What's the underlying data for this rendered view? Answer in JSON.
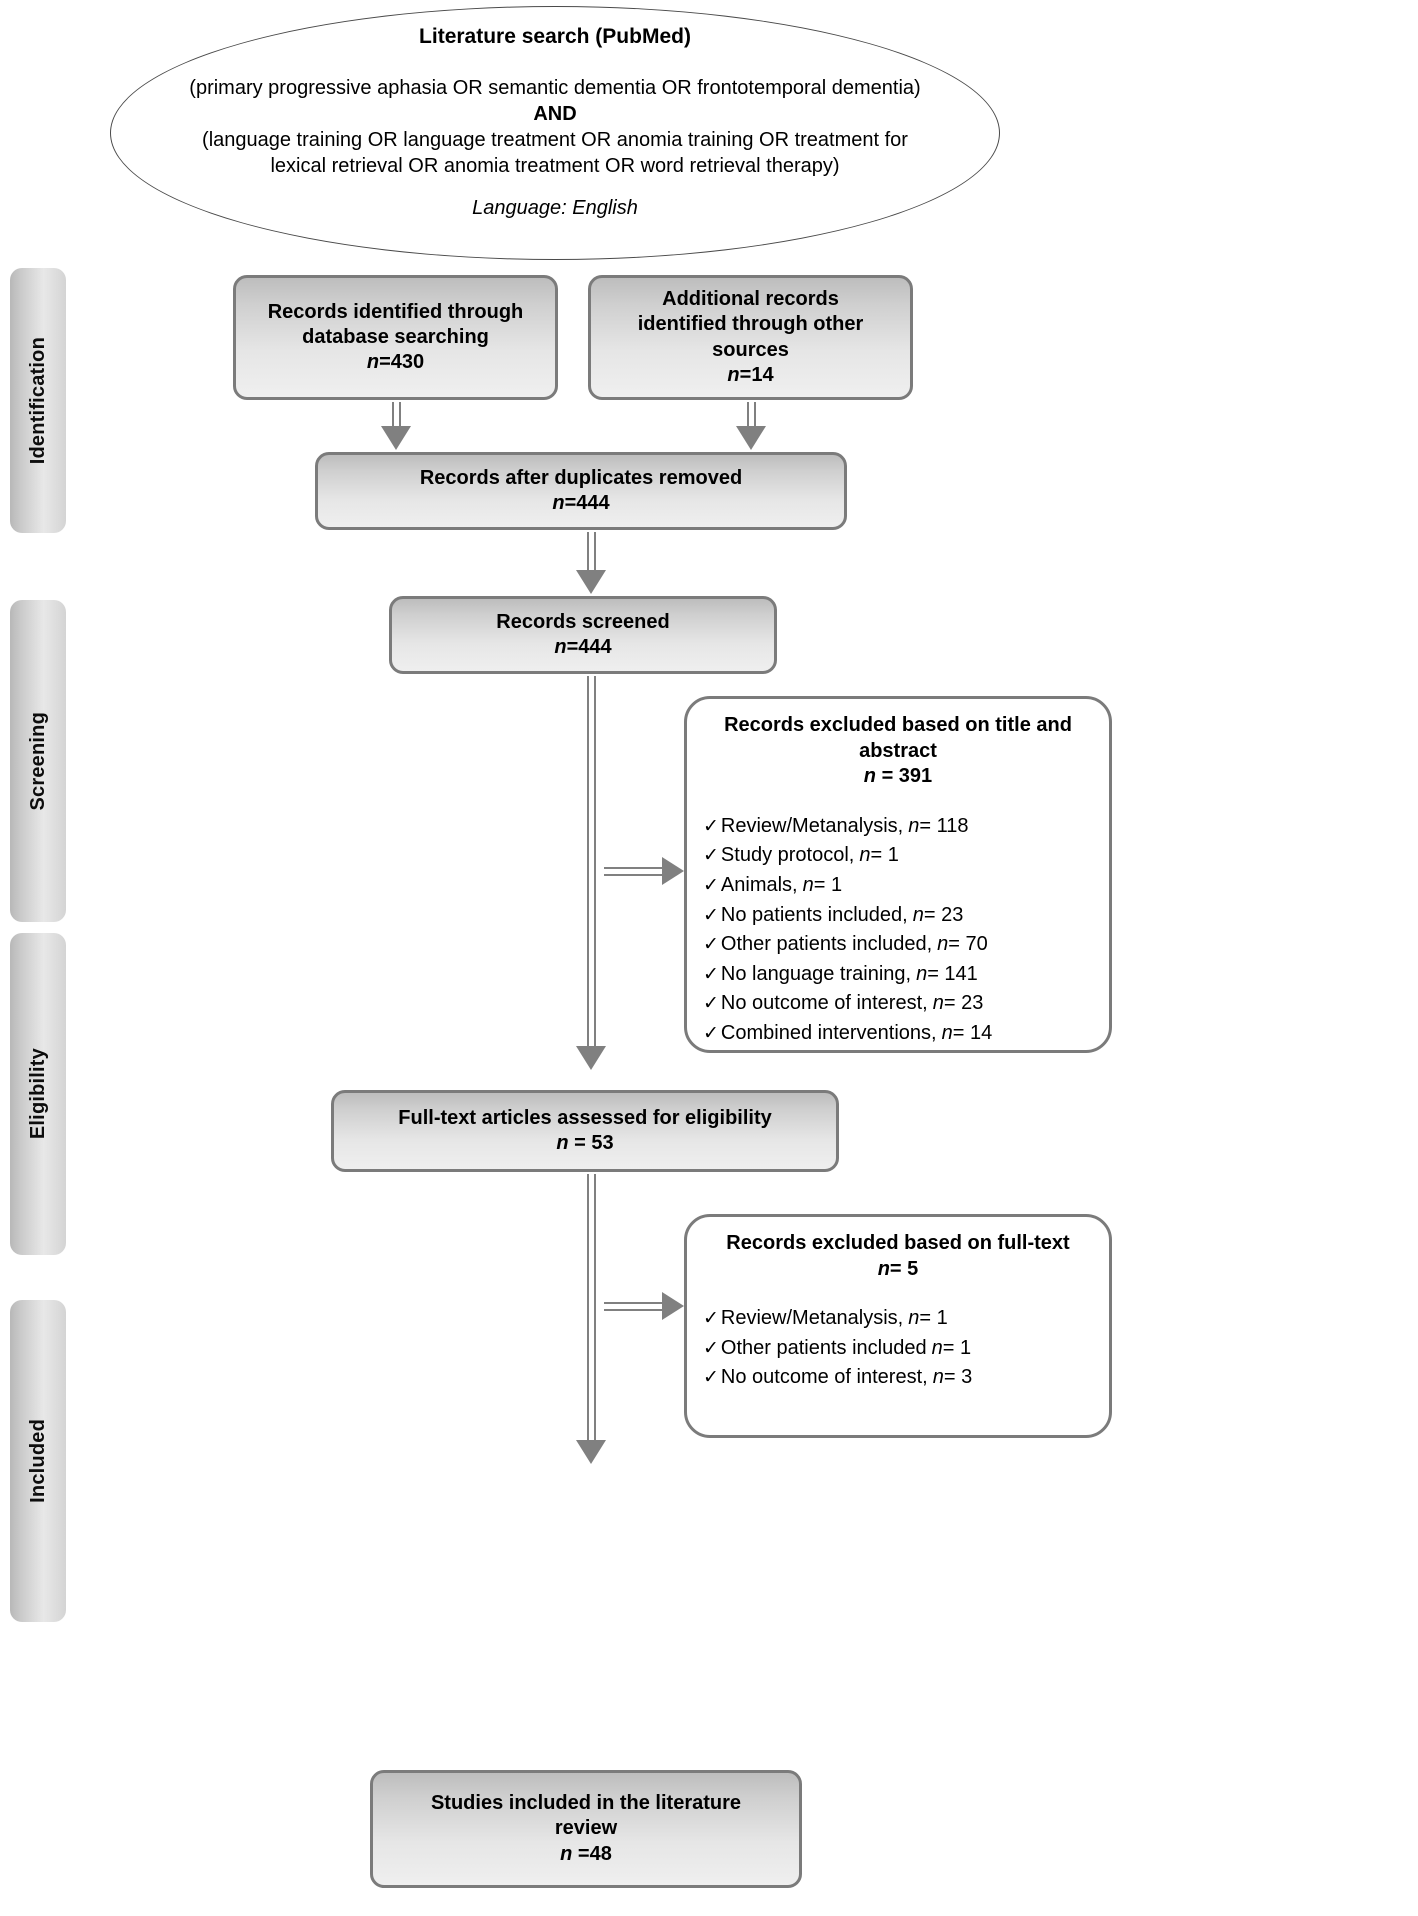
{
  "stages": [
    {
      "label": "Identification"
    },
    {
      "label": "Screening"
    },
    {
      "label": "Eligibility"
    },
    {
      "label": "Included"
    }
  ],
  "search": {
    "title": "Literature search (PubMed)",
    "line1": "(primary progressive aphasia OR semantic dementia OR frontotemporal dementia)",
    "operator": "AND",
    "line2": "(language training OR language treatment OR anomia training OR treatment for",
    "line3": "lexical retrieval OR anomia treatment OR word retrieval therapy)",
    "language": "Language: English"
  },
  "boxes": {
    "db_search": {
      "line1": "Records identified through",
      "line2": "database searching",
      "n_prefix": "n",
      "n_value": "=430"
    },
    "other_sources": {
      "line1": "Additional records",
      "line2": "identified through other",
      "line3": "sources",
      "n_prefix": "n",
      "n_value": "=14"
    },
    "after_duplicates": {
      "line1": "Records after duplicates removed",
      "n_prefix": "n",
      "n_value": "=444"
    },
    "screened": {
      "line1": "Records screened",
      "n_prefix": "n",
      "n_value": "=444"
    },
    "fulltext_assessed": {
      "line1": "Full-text articles assessed for eligibility",
      "n_prefix": "n",
      "n_value": " = 53"
    },
    "included": {
      "line1": "Studies included in the literature",
      "line2": "review",
      "n_prefix": "n",
      "n_value": " =48"
    }
  },
  "excluded_title_abstract": {
    "title_line1": "Records excluded based on title and",
    "title_line2": "abstract",
    "n_prefix": "n",
    "n_value": " = 391",
    "check_icon": "✓",
    "items": [
      {
        "label": "Review/Metanalysis,",
        "n_prefix": "n",
        "n_value": "= 118"
      },
      {
        "label": "Study protocol,",
        "n_prefix": "n",
        "n_value": "= 1"
      },
      {
        "label": "Animals,",
        "n_prefix": "n",
        "n_value": "= 1"
      },
      {
        "label": "No patients included,",
        "n_prefix": "n",
        "n_value": "= 23"
      },
      {
        "label": "Other patients included,",
        "n_prefix": "n",
        "n_value": "= 70"
      },
      {
        "label": "No language training,",
        "n_prefix": "n",
        "n_value": "= 141"
      },
      {
        "label": "No outcome of interest,",
        "n_prefix": "n",
        "n_value": " = 23"
      },
      {
        "label": "Combined interventions,",
        "n_prefix": "n",
        "n_value": "= 14"
      }
    ]
  },
  "excluded_fulltext": {
    "title_line1": "Records excluded based on full-text",
    "n_prefix": "n",
    "n_value": "= 5",
    "check_icon": "✓",
    "items": [
      {
        "label": "Review/Metanalysis,",
        "n_prefix": "n",
        "n_value": "= 1"
      },
      {
        "label": "Other patients included",
        "n_prefix": "n",
        "n_value": "= 1"
      },
      {
        "label": "No outcome of interest,",
        "n_prefix": "n",
        "n_value": "= 3"
      }
    ]
  },
  "colors": {
    "box_border": "#7b7b7b",
    "arrow": "#808080",
    "ellipse_border": "#4a4a4a",
    "text": "#000000"
  }
}
